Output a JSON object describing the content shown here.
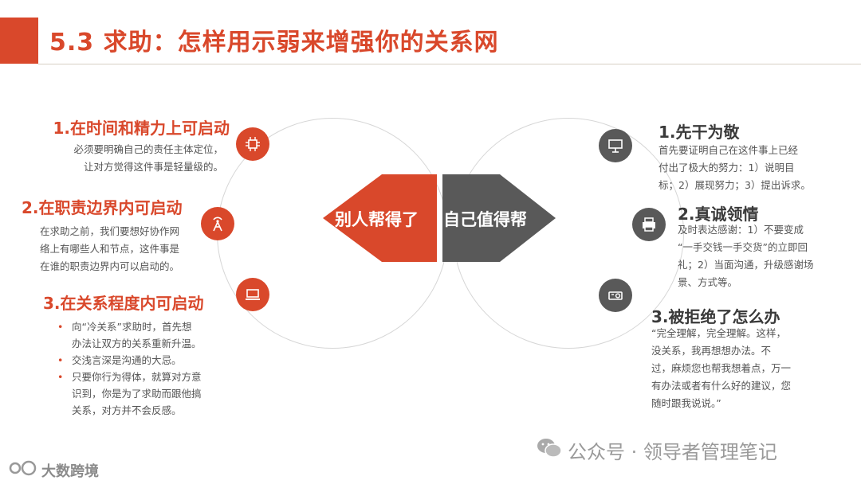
{
  "header": {
    "title": "5.3 求助：怎样用示弱来增强你的关系网"
  },
  "center": {
    "left_label": "别人帮得了",
    "right_label": "自己值得帮"
  },
  "left_items": [
    {
      "icon": "chip-icon",
      "title": "1.在时间和精力上可启动",
      "lines": [
        "必须要明确自己的责任主体定位，",
        "让对方觉得这件事是轻量级的。"
      ]
    },
    {
      "icon": "signal-tower-icon",
      "title": "2.在职责边界内可启动",
      "lines": [
        "在求助之前，我们要想好协作网",
        "络上有哪些人和节点，这件事是",
        "在谁的职责边界内可以启动的。"
      ]
    },
    {
      "icon": "laptop-icon",
      "title": "3.在关系程度内可启动",
      "bullets": [
        [
          "向“冷关系”求助时，首先想",
          "办法让双方的关系重新升温。"
        ],
        [
          "交浅言深是沟通的大忌。"
        ],
        [
          "只要你行为得体，就算对方意",
          "识到，你是为了求助而跟他搞",
          "关系，对方并不会反感。"
        ]
      ]
    }
  ],
  "right_items": [
    {
      "icon": "presentation-icon",
      "title": "1.先干为敬",
      "lines": [
        "首先要证明自己在这件事上已经",
        "付出了极大的努力：1）说明目",
        "标；2）展现努力；3）提出诉求。"
      ]
    },
    {
      "icon": "printer-icon",
      "title": "2.真诚领情",
      "lines": [
        "及时表达感谢：1）不要变成",
        "“一手交钱一手交货”的立即回",
        "礼；2）当面沟通，升级感谢场",
        "景、方式等。"
      ]
    },
    {
      "icon": "projector-icon",
      "title": "3.被拒绝了怎么办",
      "lines": [
        "“完全理解，完全理解。这样，",
        "没关系，我再想想办法。不",
        "过，麻烦您也帮我想着点，万一",
        "有办法或者有什么好的建议，您",
        "随时跟我说说。”"
      ]
    }
  ],
  "watermarks": {
    "wechat": "公众号 · 领导者管理笔记",
    "brand": "大数跨境"
  },
  "colors": {
    "accent": "#d9482b",
    "dark": "#595959"
  }
}
